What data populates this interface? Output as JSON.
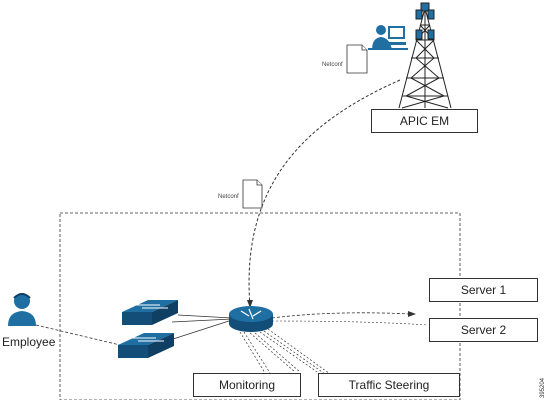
{
  "labels": {
    "apic_em": "APIC EM",
    "netconf_top": "Netconf",
    "netconf_mid": "Netconf",
    "employee": "Employee",
    "server1": "Server 1",
    "server2": "Server 2",
    "monitoring": "Monitoring",
    "traffic_steering": "Traffic Steering",
    "figure_id": "395204"
  },
  "colors": {
    "device_blue": "#1f6fa3",
    "device_dark": "#124e78",
    "line": "#333333"
  },
  "icons": [
    "tower-icon",
    "operator-icon",
    "document-icon",
    "switch-icon",
    "router-icon",
    "user-icon"
  ]
}
